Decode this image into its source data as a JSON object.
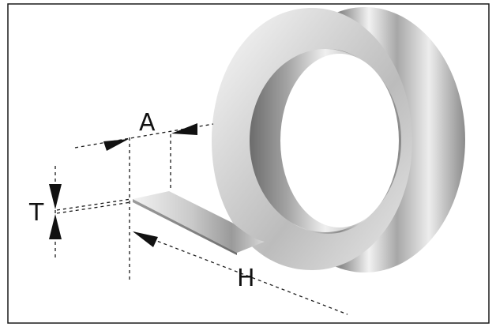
{
  "diagram": {
    "labels": {
      "width": "A",
      "thickness": "T",
      "length": "H"
    },
    "colors": {
      "border": "#1a1a1a",
      "line": "#1a1a1a",
      "metal_light": "#f4f4f4",
      "metal_mid": "#bdbdbd",
      "metal_dark": "#6f6f6f"
    }
  }
}
